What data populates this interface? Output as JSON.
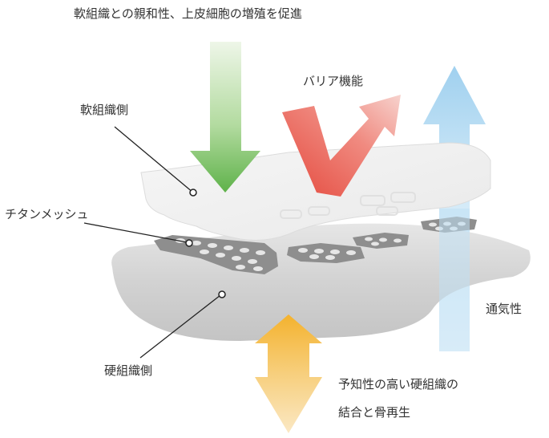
{
  "labels": {
    "top": "軟組織との親和性、上皮細胞の増殖を促進",
    "barrier": "バリア機能",
    "soft_side": "軟組織側",
    "titanium": "チタンメッシュ",
    "breathability": "通気性",
    "hard_side": "硬組織側",
    "bone_line1": "予知性の高い硬組織の",
    "bone_line2": "結合と骨再生"
  },
  "colors": {
    "green_arrow": "#6fbf5a",
    "red_arrow": "#e8574a",
    "blue_arrow": "#9fd0ee",
    "orange_arrow": "#f2b640",
    "mesh": "#8e8e8e",
    "membrane": "#efefef",
    "hard_block": "#cfcfcf"
  }
}
